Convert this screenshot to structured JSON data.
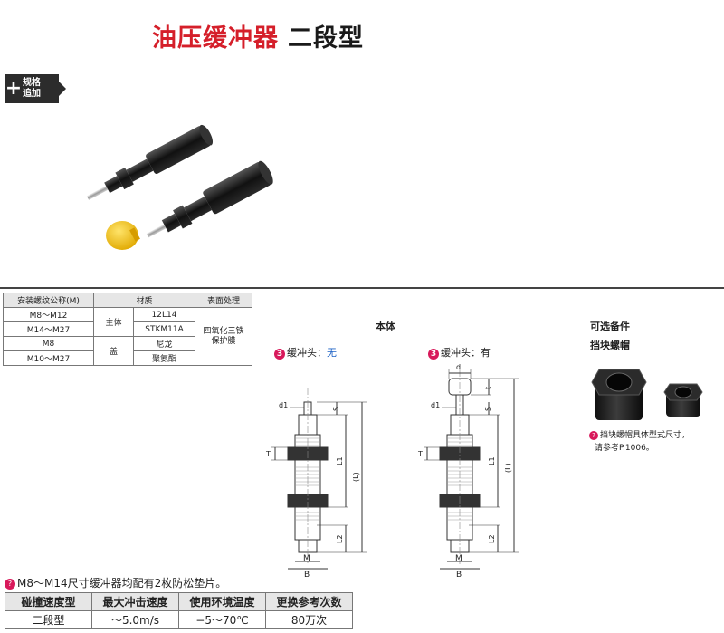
{
  "header": {
    "title_red": "油压缓冲器",
    "title_black": "二段型"
  },
  "tag": {
    "plus": "+",
    "line1": "规格",
    "line2": "追加"
  },
  "spec_table": {
    "headers": [
      "安装螺纹公称(M)",
      "材质",
      "表面处理"
    ],
    "rows": [
      {
        "thread": "M8～M12",
        "part": "主体",
        "material": "12L14",
        "finish": "四氧化三铁保护膜"
      },
      {
        "thread": "M14～M27",
        "part": "",
        "material": "STKM11A",
        "finish": ""
      },
      {
        "thread": "M8",
        "part": "盖",
        "material": "尼龙",
        "finish": ""
      },
      {
        "thread": "M10～M27",
        "part": "",
        "material": "聚氨酯",
        "finish": ""
      }
    ],
    "finish_line1": "四氧化三铁",
    "finish_line2": "保护膜"
  },
  "body_section": {
    "title": "本体",
    "caption_a_num": "3",
    "caption_a_text": "缓冲头：",
    "caption_a_value": "无",
    "caption_b_num": "3",
    "caption_b_text": "缓冲头：有"
  },
  "dims": {
    "d1": "d1",
    "d": "d",
    "t": "t",
    "S": "S",
    "T": "T",
    "L1": "L1",
    "L": "(L)",
    "L2": "L2",
    "M": "M",
    "B": "B"
  },
  "optional": {
    "title": "可选备件",
    "subtitle": "挡块螺帽",
    "note_line1": "挡块螺帽具体型式尺寸，",
    "note_line2": "请参考P.1006。",
    "note_icon": "?"
  },
  "bottom_note": {
    "icon": "?",
    "text": "M8～M14尺寸缓冲器均配有2枚防松垫片。"
  },
  "speed_table": {
    "headers": [
      "碰撞速度型",
      "最大冲击速度",
      "使用环境温度",
      "更换参考次数"
    ],
    "row": [
      "二段型",
      "～5.0m/s",
      "−5～70℃",
      "80万次"
    ]
  },
  "colors": {
    "title_red": "#d51f2a",
    "accent_pink": "#d8195b",
    "link_blue": "#1f63c6",
    "cap_yellow": "#f2c200"
  }
}
